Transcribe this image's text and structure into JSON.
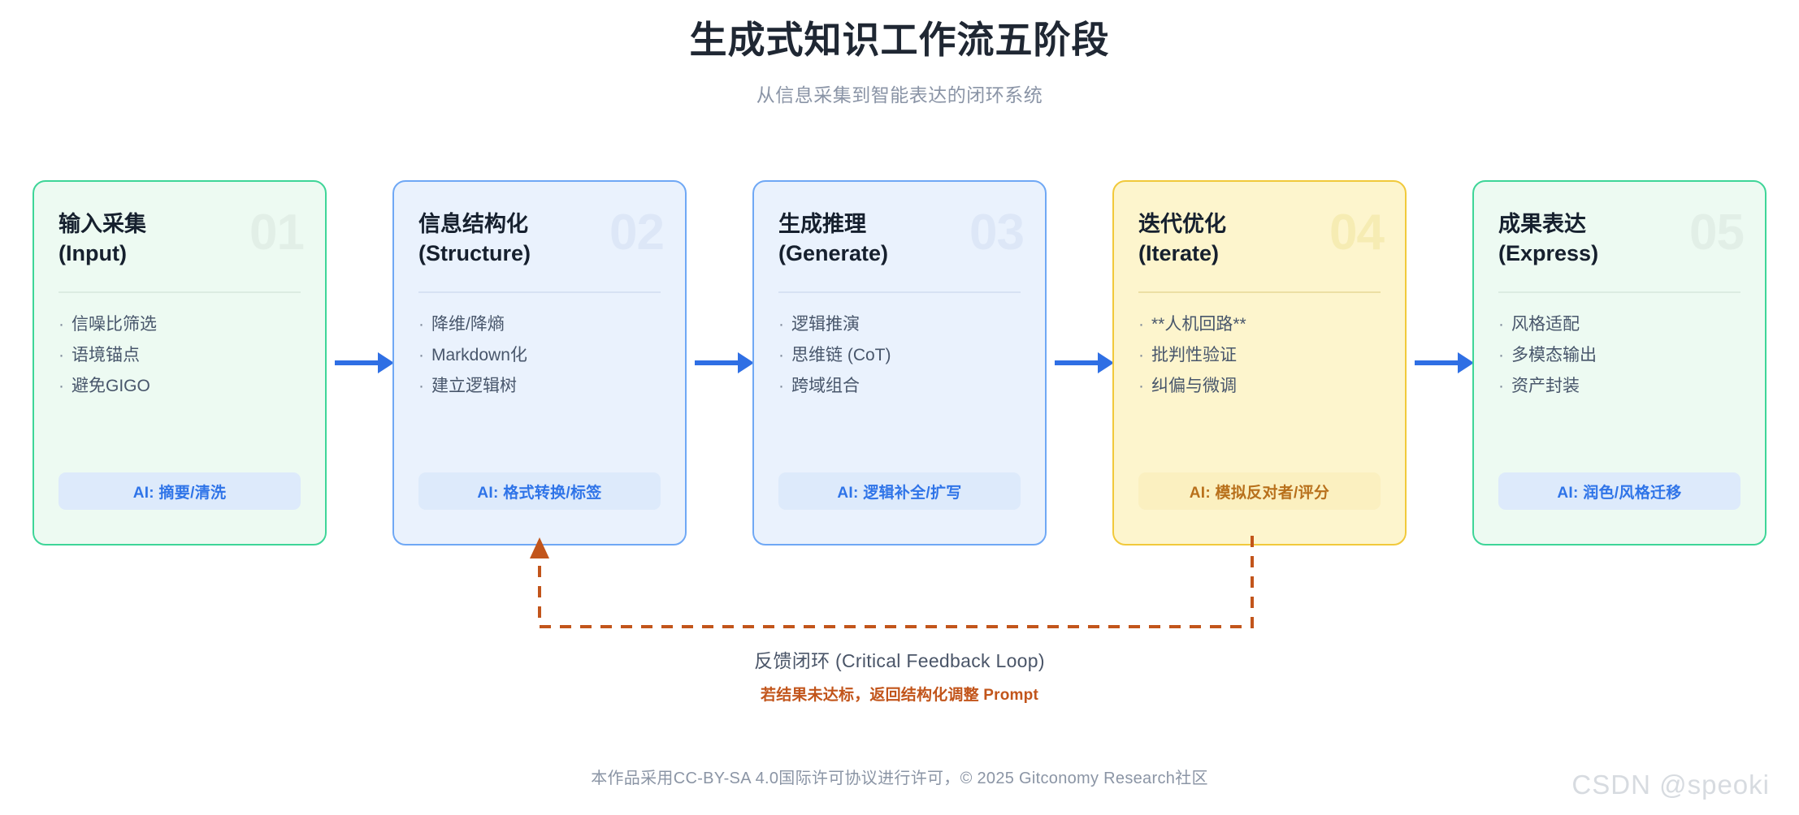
{
  "header": {
    "title": "生成式知识工作流五阶段",
    "subtitle": "从信息采集到智能表达的闭环系统"
  },
  "colors": {
    "green_border": "#3ed598",
    "green_fill": "#edfaf2",
    "blue_border": "#6fa8f5",
    "blue_fill": "#eaf2fd",
    "yellow_border": "#f1c93b",
    "yellow_fill": "#fdf5cd",
    "arrow": "#2f6fe4",
    "loop_line": "#c2551b",
    "badge_blue_text": "#2f74e8",
    "badge_amber_text": "#b8701b"
  },
  "stages": [
    {
      "number": "01",
      "title": "输入采集\n(Input)",
      "bullets": [
        "信噪比筛选",
        "语境锚点",
        "避免GIGO"
      ],
      "ai_label": "AI: 摘要/清洗"
    },
    {
      "number": "02",
      "title": "信息结构化\n(Structure)",
      "bullets": [
        "降维/降熵",
        "Markdown化",
        "建立逻辑树"
      ],
      "ai_label": "AI: 格式转换/标签"
    },
    {
      "number": "03",
      "title": "生成推理\n(Generate)",
      "bullets": [
        "逻辑推演",
        "思维链 (CoT)",
        "跨域组合"
      ],
      "ai_label": "AI: 逻辑补全/扩写"
    },
    {
      "number": "04",
      "title": "迭代优化\n(Iterate)",
      "bullets": [
        "**人机回路**",
        "批判性验证",
        "纠偏与微调"
      ],
      "ai_label": "AI: 模拟反对者/评分"
    },
    {
      "number": "05",
      "title": "成果表达\n(Express)",
      "bullets": [
        "风格适配",
        "多模态输出",
        "资产封装"
      ],
      "ai_label": "AI: 润色/风格迁移"
    }
  ],
  "feedback_loop": {
    "title": "反馈闭环 (Critical Feedback Loop)",
    "note": "若结果未达标，返回结构化调整 Prompt"
  },
  "footer": {
    "license": "本作品采用CC-BY-SA 4.0国际许可协议进行许可，© 2025 Gitconomy Research社区",
    "watermark": "CSDN @speoki"
  }
}
